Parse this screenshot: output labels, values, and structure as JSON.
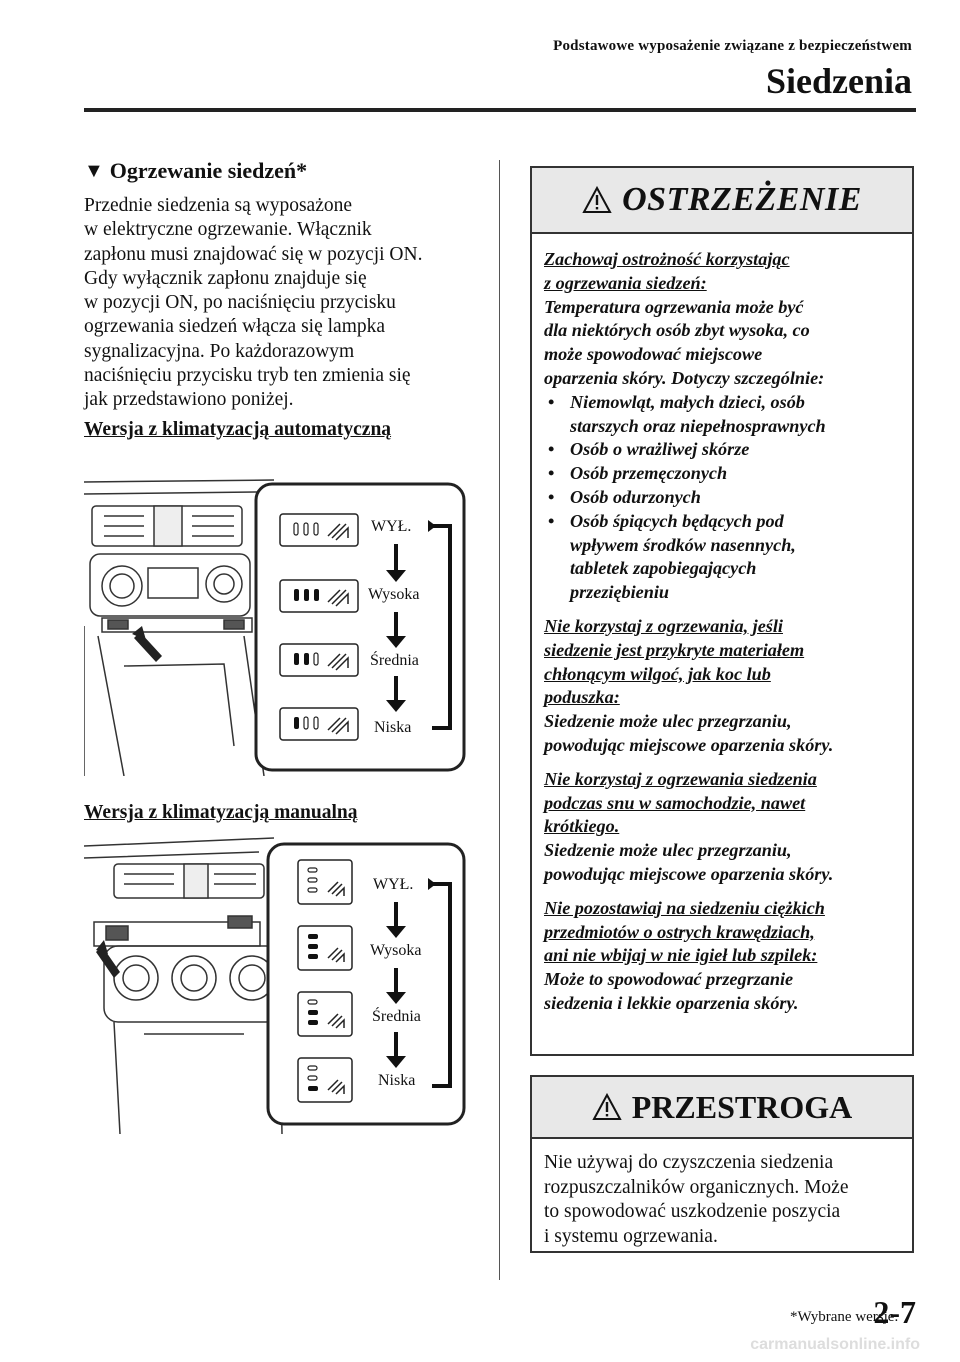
{
  "header": {
    "subtitle": "Podstawowe wyposażenie związane z bezpieczeństwem",
    "title": "Siedzenia"
  },
  "section": {
    "marker": "▼",
    "title": "Ogrzewanie siedzeń*",
    "intro_lines": [
      "Przednie siedzenia są wyposażone",
      "w elektryczne ogrzewanie. Włącznik",
      "zapłonu musi znajdować się w pozycji ON.",
      "Gdy wyłącznik zapłonu znajduje się",
      "w pozycji ON, po naciśnięciu przycisku",
      "ogrzewania siedzeń włącza się lampka",
      "sygnalizacyjna. Po każdorazowym",
      "naciśnięciu przycisku tryb ten zmienia się",
      "jak przedstawiono poniżej."
    ],
    "variant_auto": "Wersja z klimatyzacją automatyczną",
    "variant_manual": "Wersja z klimatyzacją manualną"
  },
  "modes": {
    "off": "WYŁ.",
    "high": "Wysoka",
    "mid": "Średnia",
    "low": "Niska"
  },
  "warning": {
    "title": "OSTRZEŻENIE",
    "b1_u1": "Zachowaj ostrożność korzystając",
    "b1_u2": "z ogrzewania siedzeń:",
    "b1_lines": [
      "Temperatura ogrzewania może być",
      "dla niektórych osób zbyt wysoka, co",
      "może spowodować miejscowe",
      "oparzenia skóry. Dotyczy szczególnie:"
    ],
    "bullets": [
      [
        "Niemowląt, małych dzieci, osób",
        "starszych oraz niepełnosprawnych"
      ],
      [
        "Osób o wrażliwej skórze"
      ],
      [
        "Osób przemęczonych"
      ],
      [
        "Osób odurzonych"
      ],
      [
        "Osób śpiących będących pod",
        "wpływem środków nasennych,",
        "tabletek zapobiegających",
        "przeziębieniu"
      ]
    ],
    "b2_u": [
      "Nie korzystaj z ogrzewania, jeśli",
      "siedzenie jest przykryte materiałem",
      "chłonącym wilgoć, jak koc lub",
      "poduszka:"
    ],
    "b2_lines": [
      "Siedzenie może ulec przegrzaniu,",
      "powodując miejscowe oparzenia skóry."
    ],
    "b3_u": [
      "Nie korzystaj z ogrzewania siedzenia",
      "podczas snu w samochodzie, nawet",
      "krótkiego."
    ],
    "b3_lines": [
      "Siedzenie może ulec przegrzaniu,",
      "powodując miejscowe oparzenia skóry."
    ],
    "b4_u": [
      "Nie pozostawiaj na siedzeniu ciężkich",
      "przedmiotów o ostrych krawędziach,",
      "ani nie wbijaj w nie igieł lub szpilek:"
    ],
    "b4_lines": [
      "Może to spowodować przegrzanie",
      "siedzenia i lekkie oparzenia skóry."
    ]
  },
  "caution": {
    "title": "PRZESTROGA",
    "lines": [
      "Nie używaj do czyszczenia siedzenia",
      "rozpuszczalników organicznych. Może",
      "to spowodować uszkodzenie poszycia",
      "i systemu ogrzewania."
    ]
  },
  "footer": {
    "note": "*Wybrane wersje.",
    "page": "2-7",
    "watermark": "carmanualsonline.info"
  }
}
